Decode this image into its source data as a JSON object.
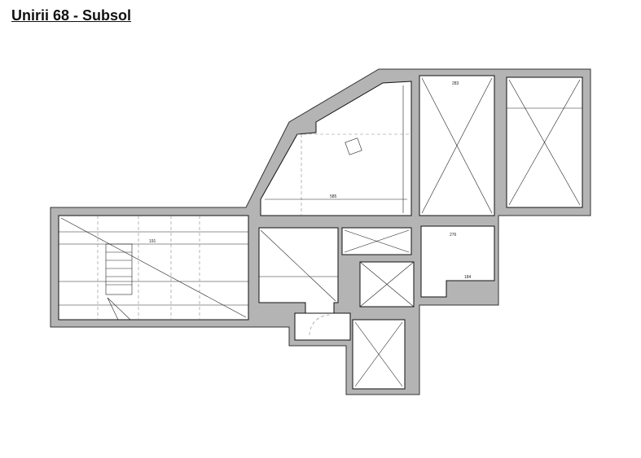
{
  "title": "Unirii 68 - Subsol",
  "colors": {
    "wall": "#b4b4b4",
    "wall_outline": "#333333",
    "room": "#ffffff",
    "lines": "#222222"
  },
  "labels": {
    "left_room_width": "191",
    "trapezoid_room_width": "585",
    "room_top_width": "283",
    "right_room_width": "276",
    "right_room_lower": "184"
  }
}
